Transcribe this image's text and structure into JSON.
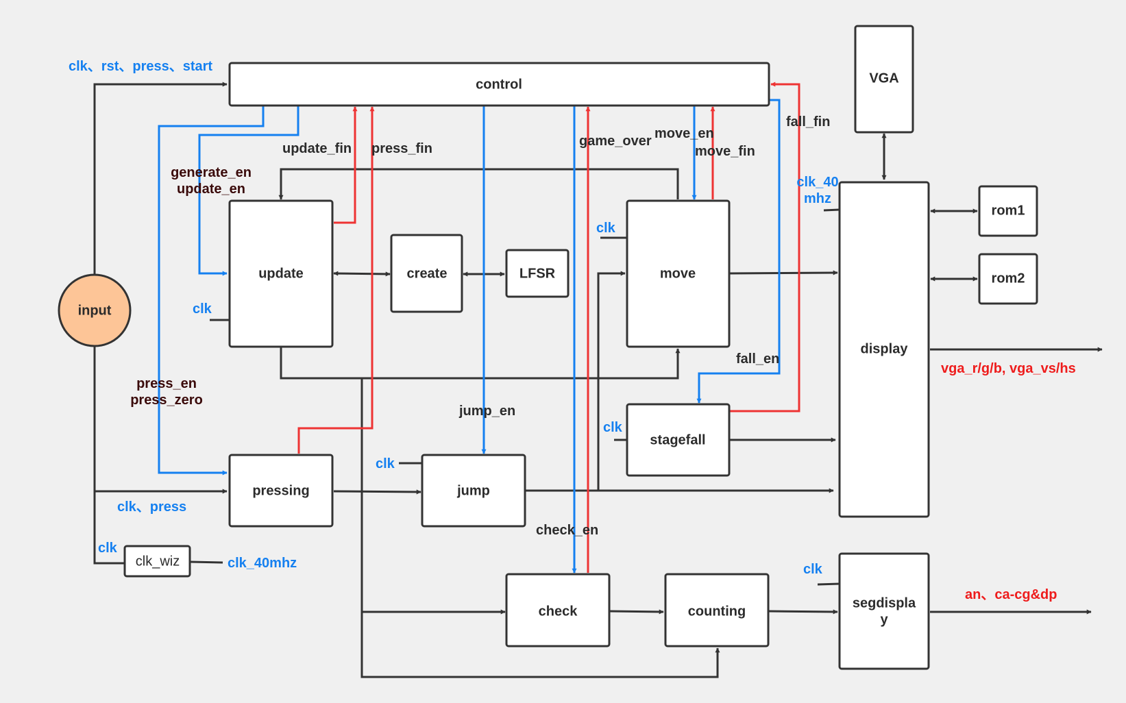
{
  "blocks": {
    "control": "control",
    "vga": "VGA",
    "update": "update",
    "create": "create",
    "lfsr": "LFSR",
    "move": "move",
    "rom1": "rom1",
    "rom2": "rom2",
    "display_block": "display",
    "input": "input",
    "stagefall": "stagefall",
    "pressing": "pressing",
    "jump": "jump",
    "clk_wiz": "clk_wiz",
    "check": "check",
    "counting": "counting",
    "segdisplay_line1": "segdispla",
    "segdisplay_line2": "y"
  },
  "signals": {
    "control_inputs": "clk、rst、press、start",
    "update_fin": "update_fin",
    "press_fin": "press_fin",
    "game_over": "game_over",
    "move_en": "move_en",
    "move_fin": "move_fin",
    "fall_fin": "fall_fin",
    "generate_en": "generate_en",
    "update_en": "update_en",
    "clk_40mhz_display_line1": "clk_40",
    "clk_40mhz_display_line2": "mhz",
    "clk_move": "clk",
    "clk_update": "clk",
    "fall_en": "fall_en",
    "vga_out": "vga_r/g/b, vga_vs/hs",
    "press_en": "press_en",
    "press_zero": "press_zero",
    "jump_en": "jump_en",
    "clk_stagefall": "clk",
    "clk_jump": "clk",
    "clk_press": "clk、press",
    "check_en": "check_en",
    "clk_wiz_in": "clk",
    "clk_40mhz": "clk_40mhz",
    "clk_seg": "clk",
    "seg_out": "an、ca-cg&dp"
  },
  "colors": {
    "line": "#333333",
    "enable_signal": "#1580f0",
    "finish_signal": "#ee3333",
    "input_fill": "#fdc597",
    "box_fill": "#ffffff",
    "background": "#f0f0f0"
  }
}
